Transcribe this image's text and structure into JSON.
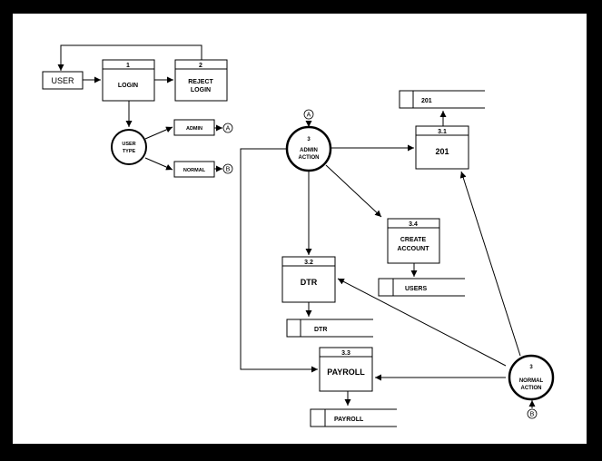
{
  "external_entity": {
    "label": "USER"
  },
  "processes": {
    "login": {
      "number": "1",
      "label": "LOGIN"
    },
    "reject_login": {
      "number": "2",
      "label_line1": "REJECT",
      "label_line2": "LOGIN"
    },
    "p201": {
      "number": "3.1",
      "label": "201"
    },
    "dtr": {
      "number": "3.2",
      "label": "DTR"
    },
    "payroll": {
      "number": "3.3",
      "label": "PAYROLL"
    },
    "create_account": {
      "number": "3.4",
      "label_line1": "CREATE",
      "label_line2": "ACCOUNT"
    }
  },
  "decision": {
    "label_line1": "USER",
    "label_line2": "TYPE"
  },
  "user_types": {
    "admin": {
      "label": "ADMIN",
      "connector": "A"
    },
    "normal": {
      "label": "NORMAL",
      "connector": "B"
    }
  },
  "actions": {
    "admin": {
      "number": "3",
      "label_line1": "ADMIN",
      "label_line2": "ACTION",
      "connector": "A"
    },
    "normal": {
      "number": "3",
      "label_line1": "NORMAL",
      "label_line2": "ACTION",
      "connector": "B"
    }
  },
  "data_stores": {
    "s201": {
      "label": "201"
    },
    "users": {
      "label": "USERS"
    },
    "dtr": {
      "label": "DTR"
    },
    "payroll": {
      "label": "PAYROLL"
    }
  }
}
